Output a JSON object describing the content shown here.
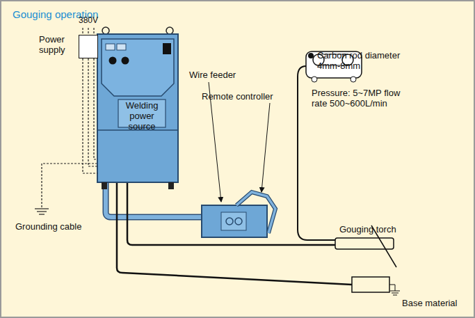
{
  "diagram": {
    "title": "Gouging operation",
    "nodes": [
      {
        "text": [
          "Power supply"
        ]
      },
      {
        "text": [
          "Welding power source"
        ]
      }
    ],
    "edges": [
      {
        "from": 0,
        "to": 1,
        "arrow": "none"
      }
    ],
    "labels": [
      "380V",
      "Carbon rod diameter 4mm-8mm",
      "Wire feeder",
      "Remote controller",
      "Pressure: 5~7MP flow rate 500~600L/min",
      "Gouging torch",
      "Grounding cable",
      "Base material"
    ]
  }
}
